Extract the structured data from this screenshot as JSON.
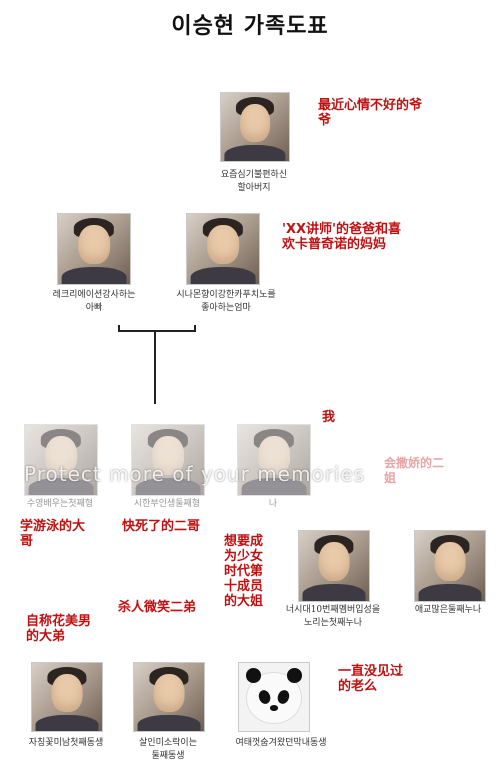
{
  "title": "이승현 가족도표",
  "watermark": "Protect more of your memories",
  "members": {
    "grandfather": {
      "caption": [
        "요즘심기불편하신",
        "할아버지"
      ],
      "annotation": [
        "最近心情不好的爷",
        "爷"
      ]
    },
    "father": {
      "caption": [
        "레크리에이션강사하는",
        "아빠"
      ]
    },
    "mother": {
      "caption": [
        "시나몬향이강한카푸치노를",
        "좋아하는엄마"
      ]
    },
    "parents_annotation": [
      "'XX讲师'的爸爸和喜",
      "欢卡普奇诺的妈妈"
    ],
    "elder_brother1": {
      "caption": [
        "수영배우는첫째형"
      ],
      "annotation": [
        "学游泳的大",
        "哥"
      ]
    },
    "elder_brother2": {
      "caption": [
        "시한부인생둘째형"
      ],
      "annotation": [
        "快死了的二哥"
      ]
    },
    "me": {
      "caption": [
        "나"
      ],
      "annotation": [
        "我"
      ]
    },
    "elder_sister1": {
      "caption": [
        "너시대10번째멤버입성을",
        "노리는첫째누나"
      ],
      "annotation": [
        "想要成",
        "为少女",
        "时代第",
        "十成员",
        "的大姐"
      ]
    },
    "elder_sister2": {
      "caption": [
        "애교많은둘째누나"
      ],
      "annotation": [
        "会撒娇的二",
        "姐"
      ]
    },
    "younger_brother1": {
      "caption": [
        "자칭꽃미남첫째동생"
      ],
      "annotation": [
        "自称花美男",
        "的大弟"
      ]
    },
    "younger_brother2": {
      "caption": [
        "살인미소락이는",
        "둘째동생"
      ],
      "annotation": [
        "杀人微笑二弟"
      ]
    },
    "youngest": {
      "caption": [
        "여태껏숨겨왔던막내동생"
      ],
      "annotation": [
        "一直没见过",
        "的老么"
      ]
    }
  },
  "colors": {
    "annotation": "#c01010",
    "line": "#222222"
  }
}
